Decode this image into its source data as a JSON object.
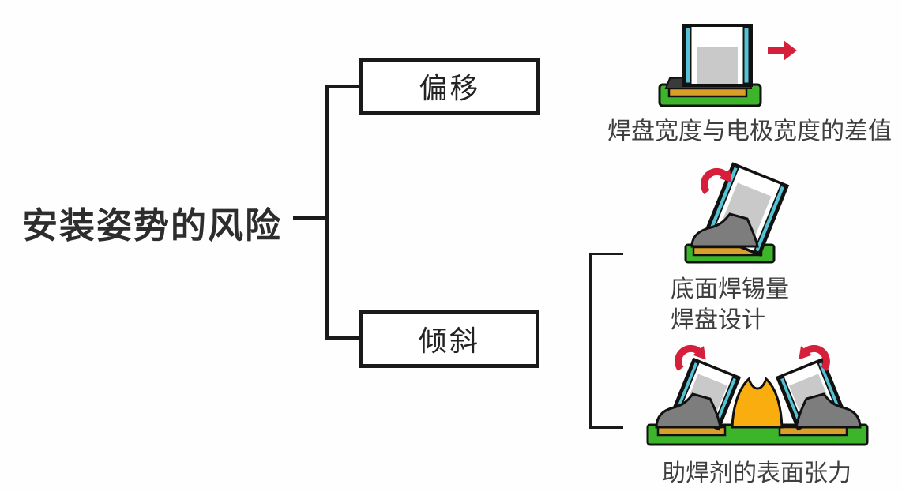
{
  "diagram": {
    "title": "安装姿势的风险",
    "branches": [
      {
        "label": "偏移",
        "causes": [
          {
            "text": "焊盘宽度与电极宽度的差值",
            "illustration": "chip-offset-on-pad",
            "icon": "right-arrow-icon"
          }
        ]
      },
      {
        "label": "倾斜",
        "causes": [
          {
            "line1": "底面焊锡量",
            "line2": "焊盘设计",
            "illustration": "chip-tilted-on-solder",
            "icon": "rotate-clockwise-icon"
          },
          {
            "text": "助焊剂的表面张力",
            "illustration": "two-chips-tombstoning-with-flux",
            "icon": "rotate-arrows"
          }
        ]
      }
    ]
  },
  "colors": {
    "ink": "#1a1a1a",
    "text": "#3f3f3f",
    "red": "#d6203b",
    "green": "#3db52a",
    "pad": "#d99f28",
    "flux": "#f9ad0f",
    "cyan": "#54c3d3",
    "solder": "#7d7d7d",
    "dark": "#3a3a3a",
    "gray": "#c9c9c9",
    "body": "#ffffff",
    "background": "#fefefe"
  }
}
